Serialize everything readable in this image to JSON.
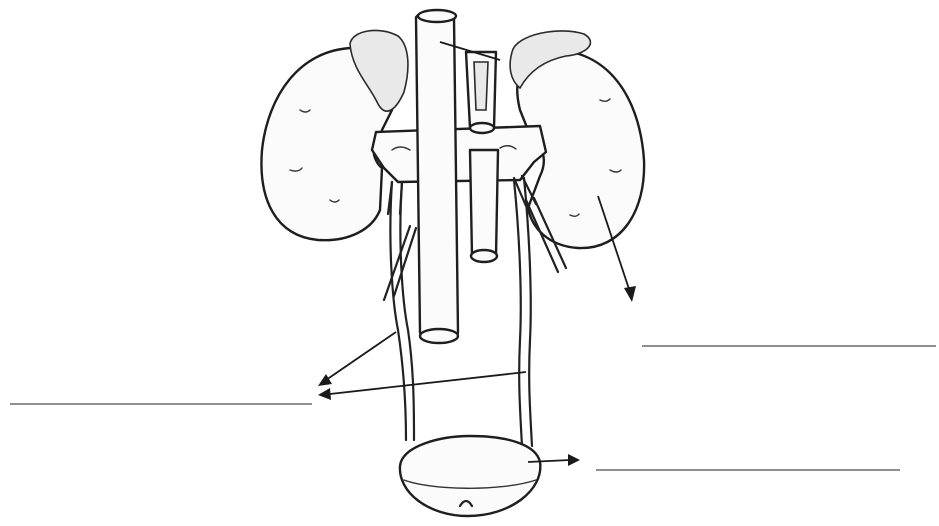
{
  "diagram": {
    "structures": [
      "right-kidney",
      "left-kidney",
      "adrenal-gland-right",
      "adrenal-gland-left",
      "aorta",
      "inferior-vena-cava",
      "ureter-right",
      "ureter-left",
      "urinary-bladder"
    ],
    "labels": [
      {
        "id": "kidney-label",
        "text": ""
      },
      {
        "id": "ureter-label",
        "text": ""
      },
      {
        "id": "bladder-label",
        "text": ""
      }
    ],
    "colors": {
      "ink": "#222222",
      "blank_line": "#6a6a6a",
      "background": "#ffffff"
    }
  }
}
